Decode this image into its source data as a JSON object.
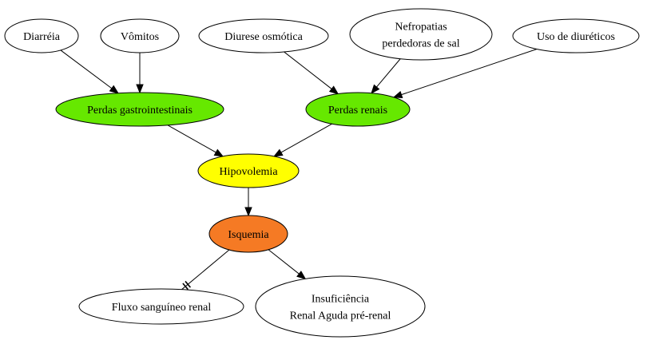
{
  "nodes": [
    {
      "id": "diarreia",
      "lines": [
        "Diarréia"
      ],
      "fill": "#ffffff"
    },
    {
      "id": "vomitos",
      "lines": [
        "Vômitos"
      ],
      "fill": "#ffffff"
    },
    {
      "id": "diurese",
      "lines": [
        "Diurese osmótica"
      ],
      "fill": "#ffffff"
    },
    {
      "id": "nefropatias",
      "lines": [
        "Nefropatias",
        "perdedoras de sal"
      ],
      "fill": "#ffffff"
    },
    {
      "id": "diureticos",
      "lines": [
        "Uso de diuréticos"
      ],
      "fill": "#ffffff"
    },
    {
      "id": "perdas-gi",
      "lines": [
        "Perdas gastrointestinais"
      ],
      "fill": "#66e800"
    },
    {
      "id": "perdas-renais",
      "lines": [
        "Perdas renais"
      ],
      "fill": "#66e800"
    },
    {
      "id": "hipovolemia",
      "lines": [
        "Hipovolemia"
      ],
      "fill": "#ffff00"
    },
    {
      "id": "isquemia",
      "lines": [
        "Isquemia"
      ],
      "fill": "#f57a24"
    },
    {
      "id": "fluxo",
      "lines": [
        "Fluxo sanguíneo renal"
      ],
      "fill": "#ffffff"
    },
    {
      "id": "ira",
      "lines": [
        "Insuficiência",
        "Renal Aguda pré-renal"
      ],
      "fill": "#ffffff"
    }
  ],
  "edges": [
    {
      "from": "diarreia",
      "to": "perdas-gi",
      "type": "arrow"
    },
    {
      "from": "vomitos",
      "to": "perdas-gi",
      "type": "arrow"
    },
    {
      "from": "diurese",
      "to": "perdas-renais",
      "type": "arrow"
    },
    {
      "from": "nefropatias",
      "to": "perdas-renais",
      "type": "arrow"
    },
    {
      "from": "diureticos",
      "to": "perdas-renais",
      "type": "arrow"
    },
    {
      "from": "perdas-gi",
      "to": "hipovolemia",
      "type": "arrow"
    },
    {
      "from": "perdas-renais",
      "to": "hipovolemia",
      "type": "arrow"
    },
    {
      "from": "hipovolemia",
      "to": "isquemia",
      "type": "arrow"
    },
    {
      "from": "isquemia",
      "to": "fluxo",
      "type": "inhibit"
    },
    {
      "from": "isquemia",
      "to": "ira",
      "type": "arrow"
    }
  ]
}
